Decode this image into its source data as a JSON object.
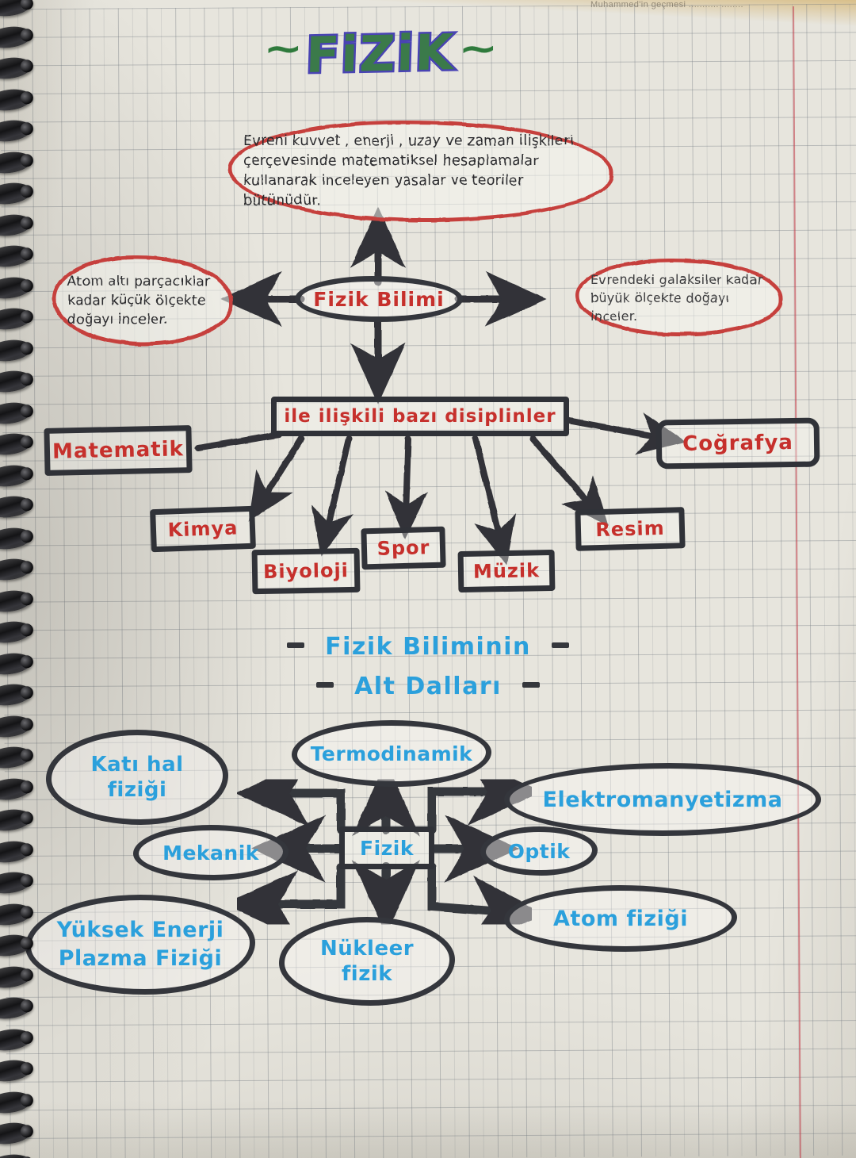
{
  "page": {
    "top_print": "Muhammed'in geçmesi  ...........  ........",
    "paper_type": "squared-notebook-page",
    "accent_red": "#c6302c",
    "accent_blue": "#2ba0dc",
    "accent_ink": "#303238",
    "accent_green": "#3b7a4a",
    "title_outline": "#4a44b4"
  },
  "title": {
    "text": "FiZiK",
    "left_tilde": "~",
    "right_tilde": "~"
  },
  "definition": {
    "text": "Evreni kuvvet , enerji , uzay ve zaman ilişkileri çerçevesinde matematiksel hesaplamalar kullanarak inceleyen yasalar ve teoriler bütünüdür."
  },
  "center_node": {
    "label": "Fizik Bilimi"
  },
  "left_note": {
    "text": "Atom altı parçacıklar kadar küçük ölçekte doğayı inceler."
  },
  "right_note": {
    "text": "Evrendeki galaksiler kadar büyük ölçekte doğayı inceler."
  },
  "disciplines": {
    "header": "ile ilişkili bazı disiplinler",
    "items": [
      {
        "label": "Matematik"
      },
      {
        "label": "Coğrafya"
      },
      {
        "label": "Kimya"
      },
      {
        "label": "Biyoloji"
      },
      {
        "label": "Spor"
      },
      {
        "label": "Müzik"
      },
      {
        "label": "Resim"
      }
    ]
  },
  "subfields_heading": {
    "line1": "Fizik Biliminin",
    "line2": "Alt Dalları"
  },
  "subfields": {
    "center": "Fizik",
    "items": [
      {
        "label": "Katı hal fiziği",
        "lines": [
          "Katı hal",
          "fiziği"
        ]
      },
      {
        "label": "Termodinamik",
        "lines": [
          "Termodinamik"
        ]
      },
      {
        "label": "Elektromanyetizma",
        "lines": [
          "Elektromanyetizma"
        ]
      },
      {
        "label": "Mekanik",
        "lines": [
          "Mekanik"
        ]
      },
      {
        "label": "Optik",
        "lines": [
          "Optik"
        ]
      },
      {
        "label": "Yüksek Enerji Plazma Fiziği",
        "lines": [
          "Yüksek Enerji",
          "Plazma Fiziği"
        ]
      },
      {
        "label": "Nükleer fizik",
        "lines": [
          "Nükleer",
          "fizik"
        ]
      },
      {
        "label": "Atom fiziği",
        "lines": [
          "Atom  fiziği"
        ]
      }
    ]
  }
}
